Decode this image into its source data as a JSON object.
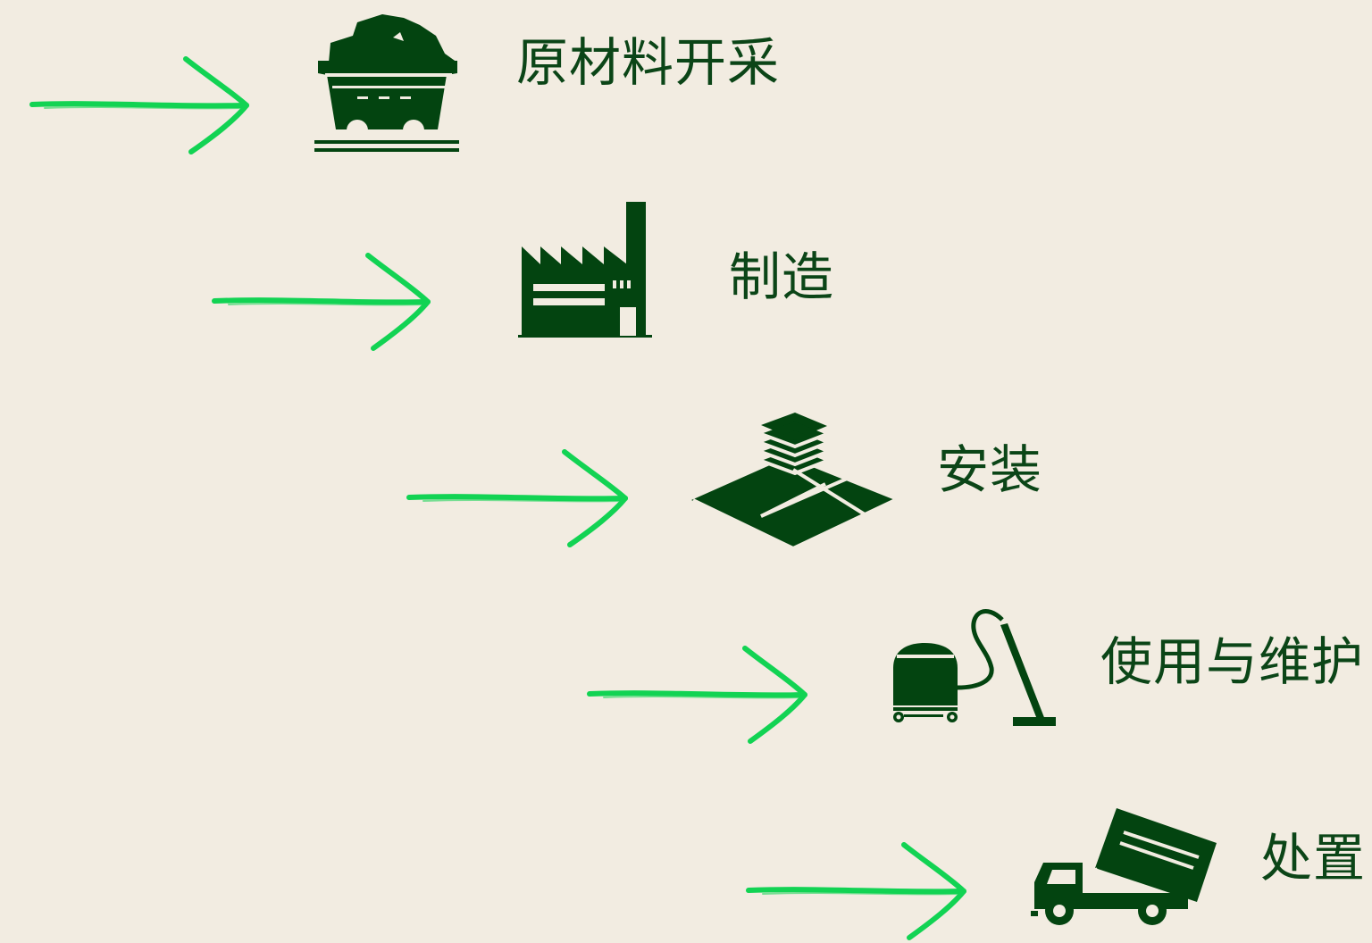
{
  "colors": {
    "background": "#f2ece1",
    "icon": "#034410",
    "arrow": "#12d353",
    "label_text": "#0b4517"
  },
  "stages": [
    {
      "label": "原材料开采",
      "icon": "mine-cart-icon"
    },
    {
      "label": "制造",
      "icon": "factory-icon"
    },
    {
      "label": "安装",
      "icon": "tiles-install-icon"
    },
    {
      "label": "使用与维护",
      "icon": "vacuum-cleaner-icon"
    },
    {
      "label": "处置",
      "icon": "dump-truck-icon"
    }
  ]
}
